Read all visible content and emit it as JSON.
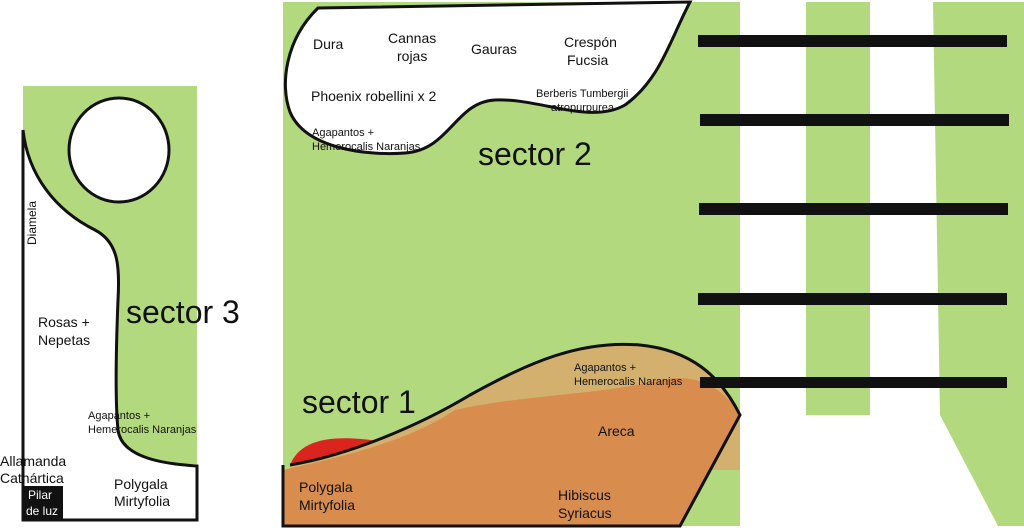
{
  "colors": {
    "lawn": "#b3d97e",
    "bed_white": "#ffffff",
    "bed_sand": "#d3b06e",
    "bed_orange": "#d88c4e",
    "bed_red": "#dc241f",
    "outline": "#111111",
    "beam": "#111111",
    "pillar": "#111111"
  },
  "sectors": {
    "sector1": "sector 1",
    "sector2": "sector 2",
    "sector3": "sector 3"
  },
  "sector2_labels": {
    "dura": "Dura",
    "cannas_1": "Cannas",
    "cannas_2": "rojas",
    "gauras": "Gauras",
    "crespon_1": "Crespón",
    "crespon_2": "Fucsia",
    "phoenix": "Phoenix robellini x 2",
    "berberis_1": "Berberis Tumbergii",
    "berberis_2": "atropurpurea",
    "agapantos_1": "Agapantos +",
    "agapantos_2": "Hemerocalis Naranjas"
  },
  "sector1_labels": {
    "agapantos_1": "Agapantos +",
    "agapantos_2": "Hemerocalis Naranjas",
    "areca": "Areca",
    "polygala_1": "Polygala",
    "polygala_2": "Mirtyfolia",
    "hibiscus_1": "Hibiscus",
    "hibiscus_2": "Syriacus"
  },
  "sector3_labels": {
    "diamela": "Diamela",
    "rosas_1": "Rosas +",
    "rosas_2": "Nepetas",
    "agapantos_1": "Agapantos +",
    "agapantos_2": "Hemerocalis Naranjas",
    "allamanda_1": "Allamanda",
    "allamanda_2": "Cathártica",
    "polygala_1": "Polygala",
    "polygala_2": "Mirtyfolia",
    "pilar_1": "Pilar",
    "pilar_2": "de luz"
  }
}
